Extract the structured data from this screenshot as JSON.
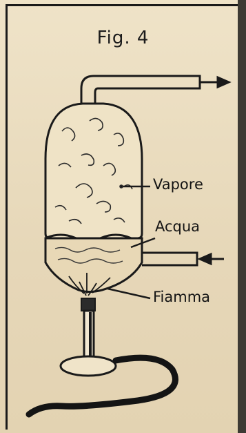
{
  "figure": {
    "title": "Fig. 4"
  },
  "labels": {
    "vapore": "Vapore",
    "acqua": "Acqua",
    "fiamma": "Fiamma"
  },
  "colors": {
    "ink": "#1a1a1a",
    "paper": "#e9dcc0"
  }
}
